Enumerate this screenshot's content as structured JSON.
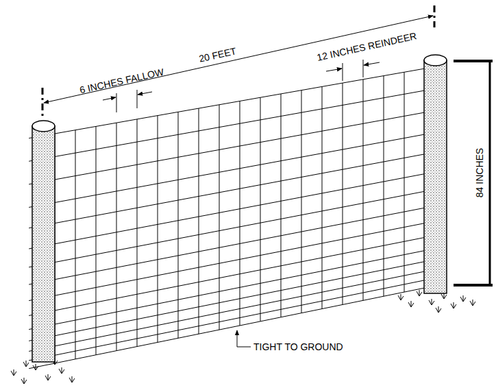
{
  "diagram": {
    "labels": [
      "20 FEET",
      "12 INCHES REINDEER",
      "6 INCHES FALLOW",
      "84 INCHES",
      "TIGHT TO GROUND"
    ]
  }
}
